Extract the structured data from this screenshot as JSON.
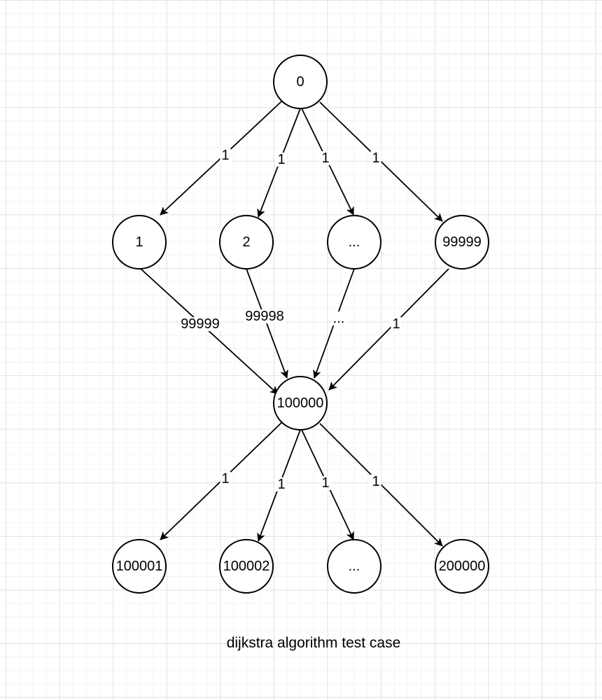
{
  "diagram": {
    "title": "dijkstra algorithm test case",
    "nodes": [
      {
        "id": "n0",
        "label": "0"
      },
      {
        "id": "n1",
        "label": "1"
      },
      {
        "id": "n2",
        "label": "2"
      },
      {
        "id": "n_mid_ellipsis",
        "label": "..."
      },
      {
        "id": "n99999",
        "label": "99999"
      },
      {
        "id": "n100000",
        "label": "100000"
      },
      {
        "id": "n100001",
        "label": "100001"
      },
      {
        "id": "n100002",
        "label": "100002"
      },
      {
        "id": "n_bot_ellipsis",
        "label": "..."
      },
      {
        "id": "n200000",
        "label": "200000"
      }
    ],
    "edges": [
      {
        "from": "n0",
        "to": "n1",
        "label": "1"
      },
      {
        "from": "n0",
        "to": "n2",
        "label": "1"
      },
      {
        "from": "n0",
        "to": "n_mid_ellipsis",
        "label": "1"
      },
      {
        "from": "n0",
        "to": "n99999",
        "label": "1"
      },
      {
        "from": "n1",
        "to": "n100000",
        "label": "99999"
      },
      {
        "from": "n2",
        "to": "n100000",
        "label": "99998"
      },
      {
        "from": "n_mid_ellipsis",
        "to": "n100000",
        "label": "..."
      },
      {
        "from": "n99999",
        "to": "n100000",
        "label": "1"
      },
      {
        "from": "n100000",
        "to": "n100001",
        "label": "1"
      },
      {
        "from": "n100000",
        "to": "n100002",
        "label": "1"
      },
      {
        "from": "n100000",
        "to": "n_bot_ellipsis",
        "label": "1"
      },
      {
        "from": "n100000",
        "to": "n200000",
        "label": "1"
      }
    ]
  }
}
